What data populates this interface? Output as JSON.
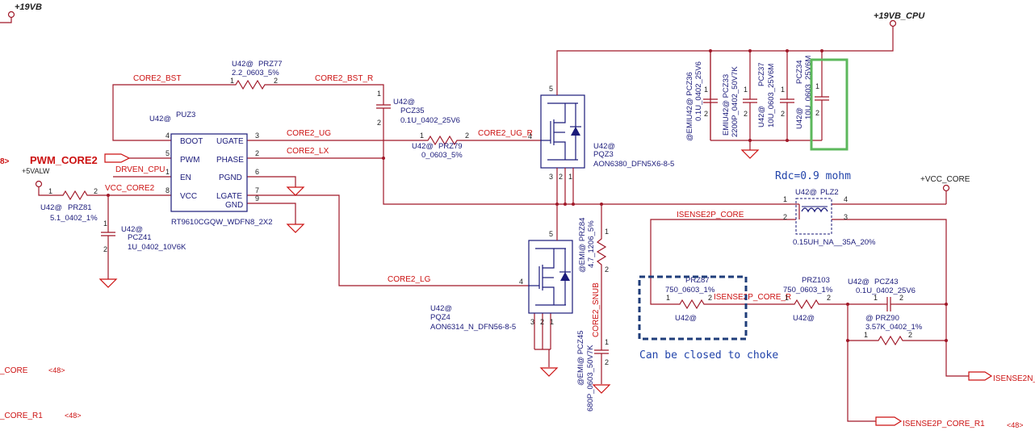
{
  "rails": {
    "v19b": "+19VB",
    "v19b_cpu": "+19VB_CPU",
    "vcc_core": "+VCC_CORE",
    "v5alw": "+5VALW"
  },
  "nets": {
    "core2_bst": "CORE2_BST",
    "core2_bst_r": "CORE2_BST_R",
    "core2_ug": "CORE2_UG",
    "core2_ug_r": "CORE2_UG_R",
    "core2_lx": "CORE2_LX",
    "drven_cpu": "DRVEN_CPU",
    "vcc_core2": "VCC_CORE2",
    "core2_lg": "CORE2_LG",
    "core2_snub": "CORE2_SNUB",
    "isense2p_core": "ISENSE2P_CORE",
    "isense2p_core_r": "ISENSE2P_CORE_R",
    "pwm_core2": "PWM_CORE2",
    "pwm_arrow": "8>",
    "left_core": "_CORE",
    "left_core_r1": "_CORE_R1",
    "ref48_a": "<48>",
    "ref48_b": "<48>",
    "ref48_c": "<48>",
    "isense2n": "ISENSE2N_",
    "isense2p_core_r1": "ISENSE2P_CORE_R1"
  },
  "ic": {
    "ref": "PUZ3",
    "var": "U42@",
    "part": "RT9610CGQW_WDFN8_2X2",
    "left_pins": [
      {
        "num": "4",
        "name": "BOOT"
      },
      {
        "num": "5",
        "name": "PWM"
      },
      {
        "num": "1",
        "name": "EN"
      },
      {
        "num": "8",
        "name": "VCC"
      }
    ],
    "right_pins": [
      {
        "num": "3",
        "name": "UGATE"
      },
      {
        "num": "2",
        "name": "PHASE"
      },
      {
        "num": "6",
        "name": "PGND"
      },
      {
        "num": "7",
        "name": "LGATE"
      },
      {
        "num": "9",
        "name": "GND"
      }
    ]
  },
  "parts": {
    "prz77": {
      "var": "U42@",
      "ref": "PRZ77",
      "val": "2.2_0603_5%",
      "p1": "1",
      "p2": "2"
    },
    "pcz35": {
      "var": "U42@",
      "ref": "PCZ35",
      "val": "0.1U_0402_25V6",
      "p1": "1",
      "p2": "2"
    },
    "prz79": {
      "var": "U42@",
      "ref": "PRZ79",
      "val": "0_0603_5%",
      "p1": "1",
      "p2": "2"
    },
    "prz81": {
      "var": "U42@",
      "ref": "PRZ81",
      "val": "5.1_0402_1%",
      "p1": "1",
      "p2": "2"
    },
    "pcz41": {
      "var": "U42@",
      "ref": "PCZ41",
      "val": "1U_0402_10V6K",
      "p1": "1",
      "p2": "2"
    },
    "pqz3": {
      "var": "U42@",
      "ref": "PQZ3",
      "val": "AON6380_DFN5X6-8-5",
      "g": "4",
      "d": "5",
      "s1": "3",
      "s2": "2",
      "s3": "1"
    },
    "pqz4": {
      "var": "U42@",
      "ref": "PQZ4",
      "val": "AON6314_N_DFN56-8-5",
      "g": "4",
      "d": "5",
      "s1": "3",
      "s2": "2",
      "s3": "1"
    },
    "prz84": {
      "ref": "@EMI@ PRZ84",
      "val": "4.7_1206_5%",
      "p1": "1",
      "p2": "2"
    },
    "pcz45": {
      "ref": "@EMI@ PCZ45",
      "val": "680P_0603_50V7K",
      "p1": "1",
      "p2": "2"
    },
    "pcz36": {
      "ref": "@EMIU42@ PCZ36",
      "val": "0.1U_0402_25V6",
      "p1": "1",
      "p2": "2"
    },
    "pcz33": {
      "ref": "EMIU42@ PCZ33",
      "val": "2200P_0402_50V7K",
      "p1": "1",
      "p2": "2"
    },
    "pcz37": {
      "ref": "PCZ37",
      "val": "10U_0603_25V6M",
      "var": "U42@",
      "p1": "1",
      "p2": "2"
    },
    "pcz34": {
      "ref": "PCZ34",
      "val": "10U_0603_25V6M",
      "var": "U42@",
      "p1": "1",
      "p2": "2"
    },
    "plz2": {
      "var": "U42@",
      "ref": "PLZ2",
      "val": "0.15UH_NA__35A_20%",
      "p1": "1",
      "p2": "2",
      "p3": "3",
      "p4": "4"
    },
    "prz87": {
      "ref": "PRZ87",
      "val": "750_0603_1%",
      "var": "U42@",
      "p1": "1",
      "p2": "2"
    },
    "prz103": {
      "ref": "PRZ103",
      "val": "750_0603_1%",
      "var": "U42@",
      "p1": "1",
      "p2": "2"
    },
    "pcz43": {
      "var": "U42@",
      "ref": "PCZ43",
      "val": "0.1U_0402_25V6",
      "p1": "1",
      "p2": "2"
    },
    "prz90": {
      "ref": "@ PRZ90",
      "val": "3.57K_0402_1%",
      "p1": "1",
      "p2": "2"
    }
  },
  "notes": {
    "rdc": "Rdc=0.9  mohm",
    "closed": "Can be closed to choke"
  }
}
